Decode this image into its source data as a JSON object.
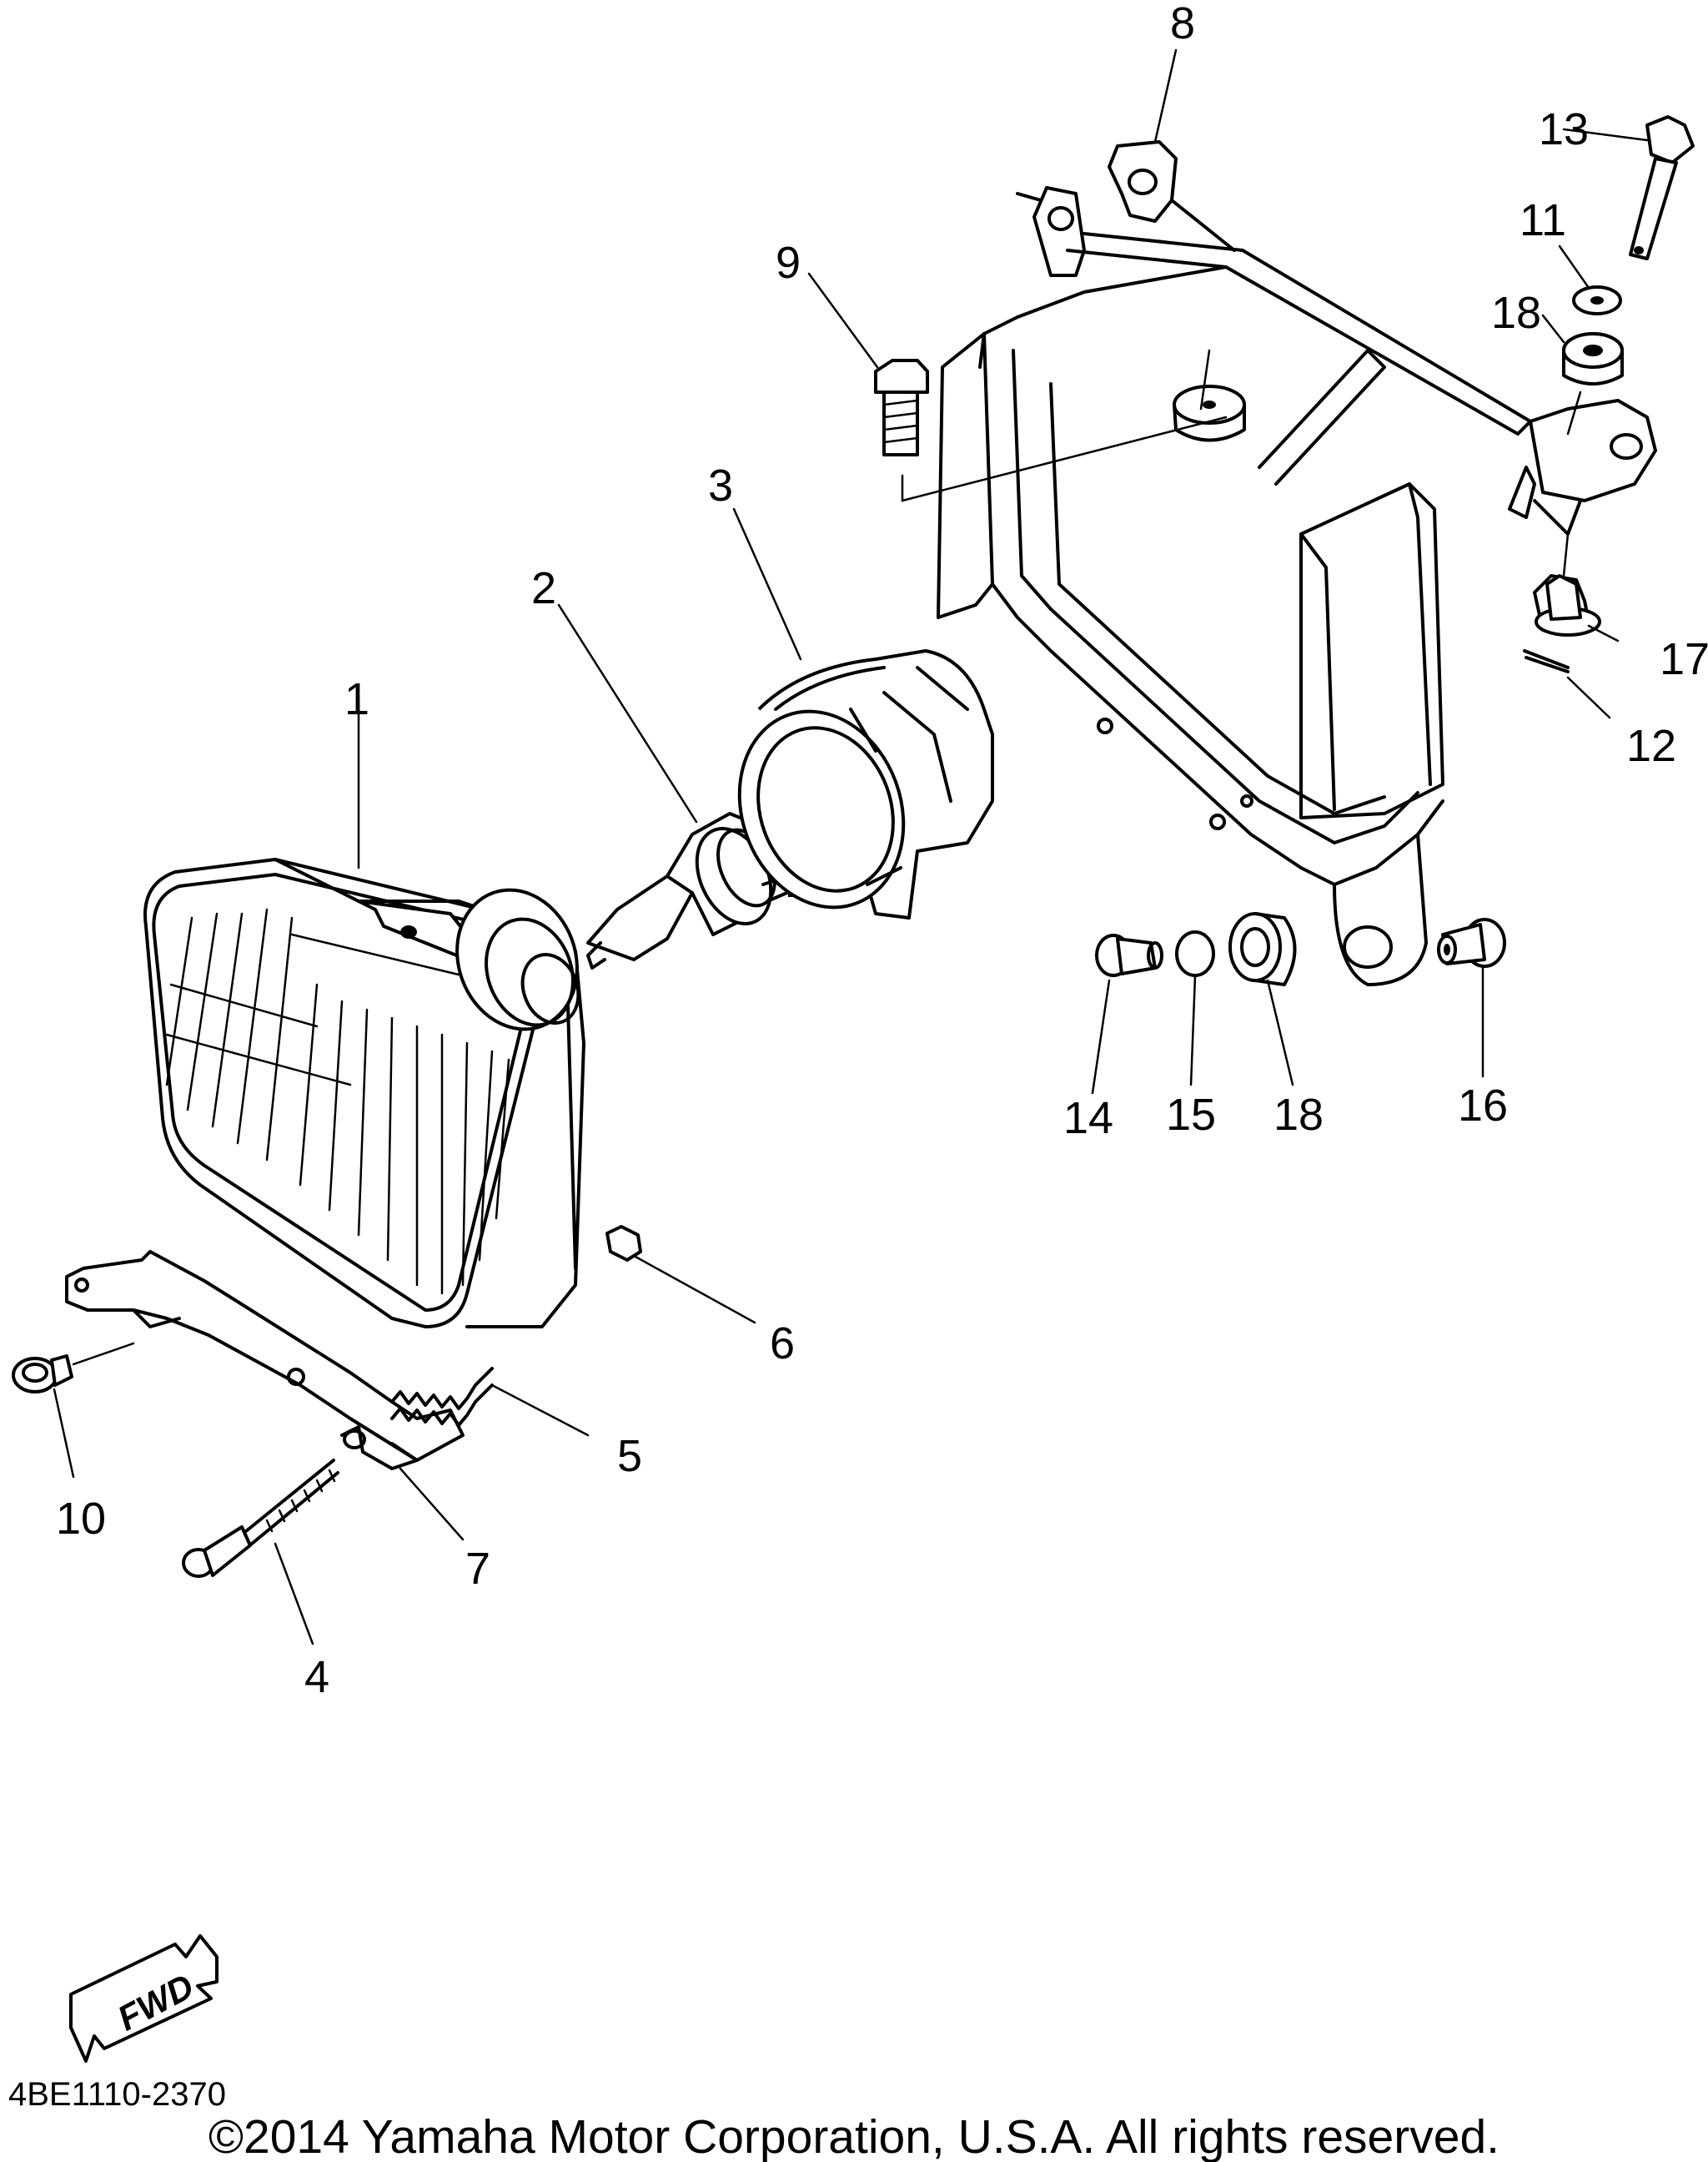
{
  "parts": [
    {
      "id": "1",
      "label": "1"
    },
    {
      "id": "2",
      "label": "2"
    },
    {
      "id": "3",
      "label": "3"
    },
    {
      "id": "4",
      "label": "4"
    },
    {
      "id": "5",
      "label": "5"
    },
    {
      "id": "6",
      "label": "6"
    },
    {
      "id": "7",
      "label": "7"
    },
    {
      "id": "8",
      "label": "8"
    },
    {
      "id": "9",
      "label": "9"
    },
    {
      "id": "10",
      "label": "10"
    },
    {
      "id": "11",
      "label": "11"
    },
    {
      "id": "12",
      "label": "12"
    },
    {
      "id": "13",
      "label": "13"
    },
    {
      "id": "14",
      "label": "14"
    },
    {
      "id": "15",
      "label": "15"
    },
    {
      "id": "16",
      "label": "16"
    },
    {
      "id": "17",
      "label": "17"
    },
    {
      "id": "18",
      "label": "18"
    }
  ],
  "fwd_label": "FWD",
  "diagram_code": "4BE1110-2370",
  "copyright": "©2014 Yamaha Motor Corporation, U.S.A. All rights reserved."
}
